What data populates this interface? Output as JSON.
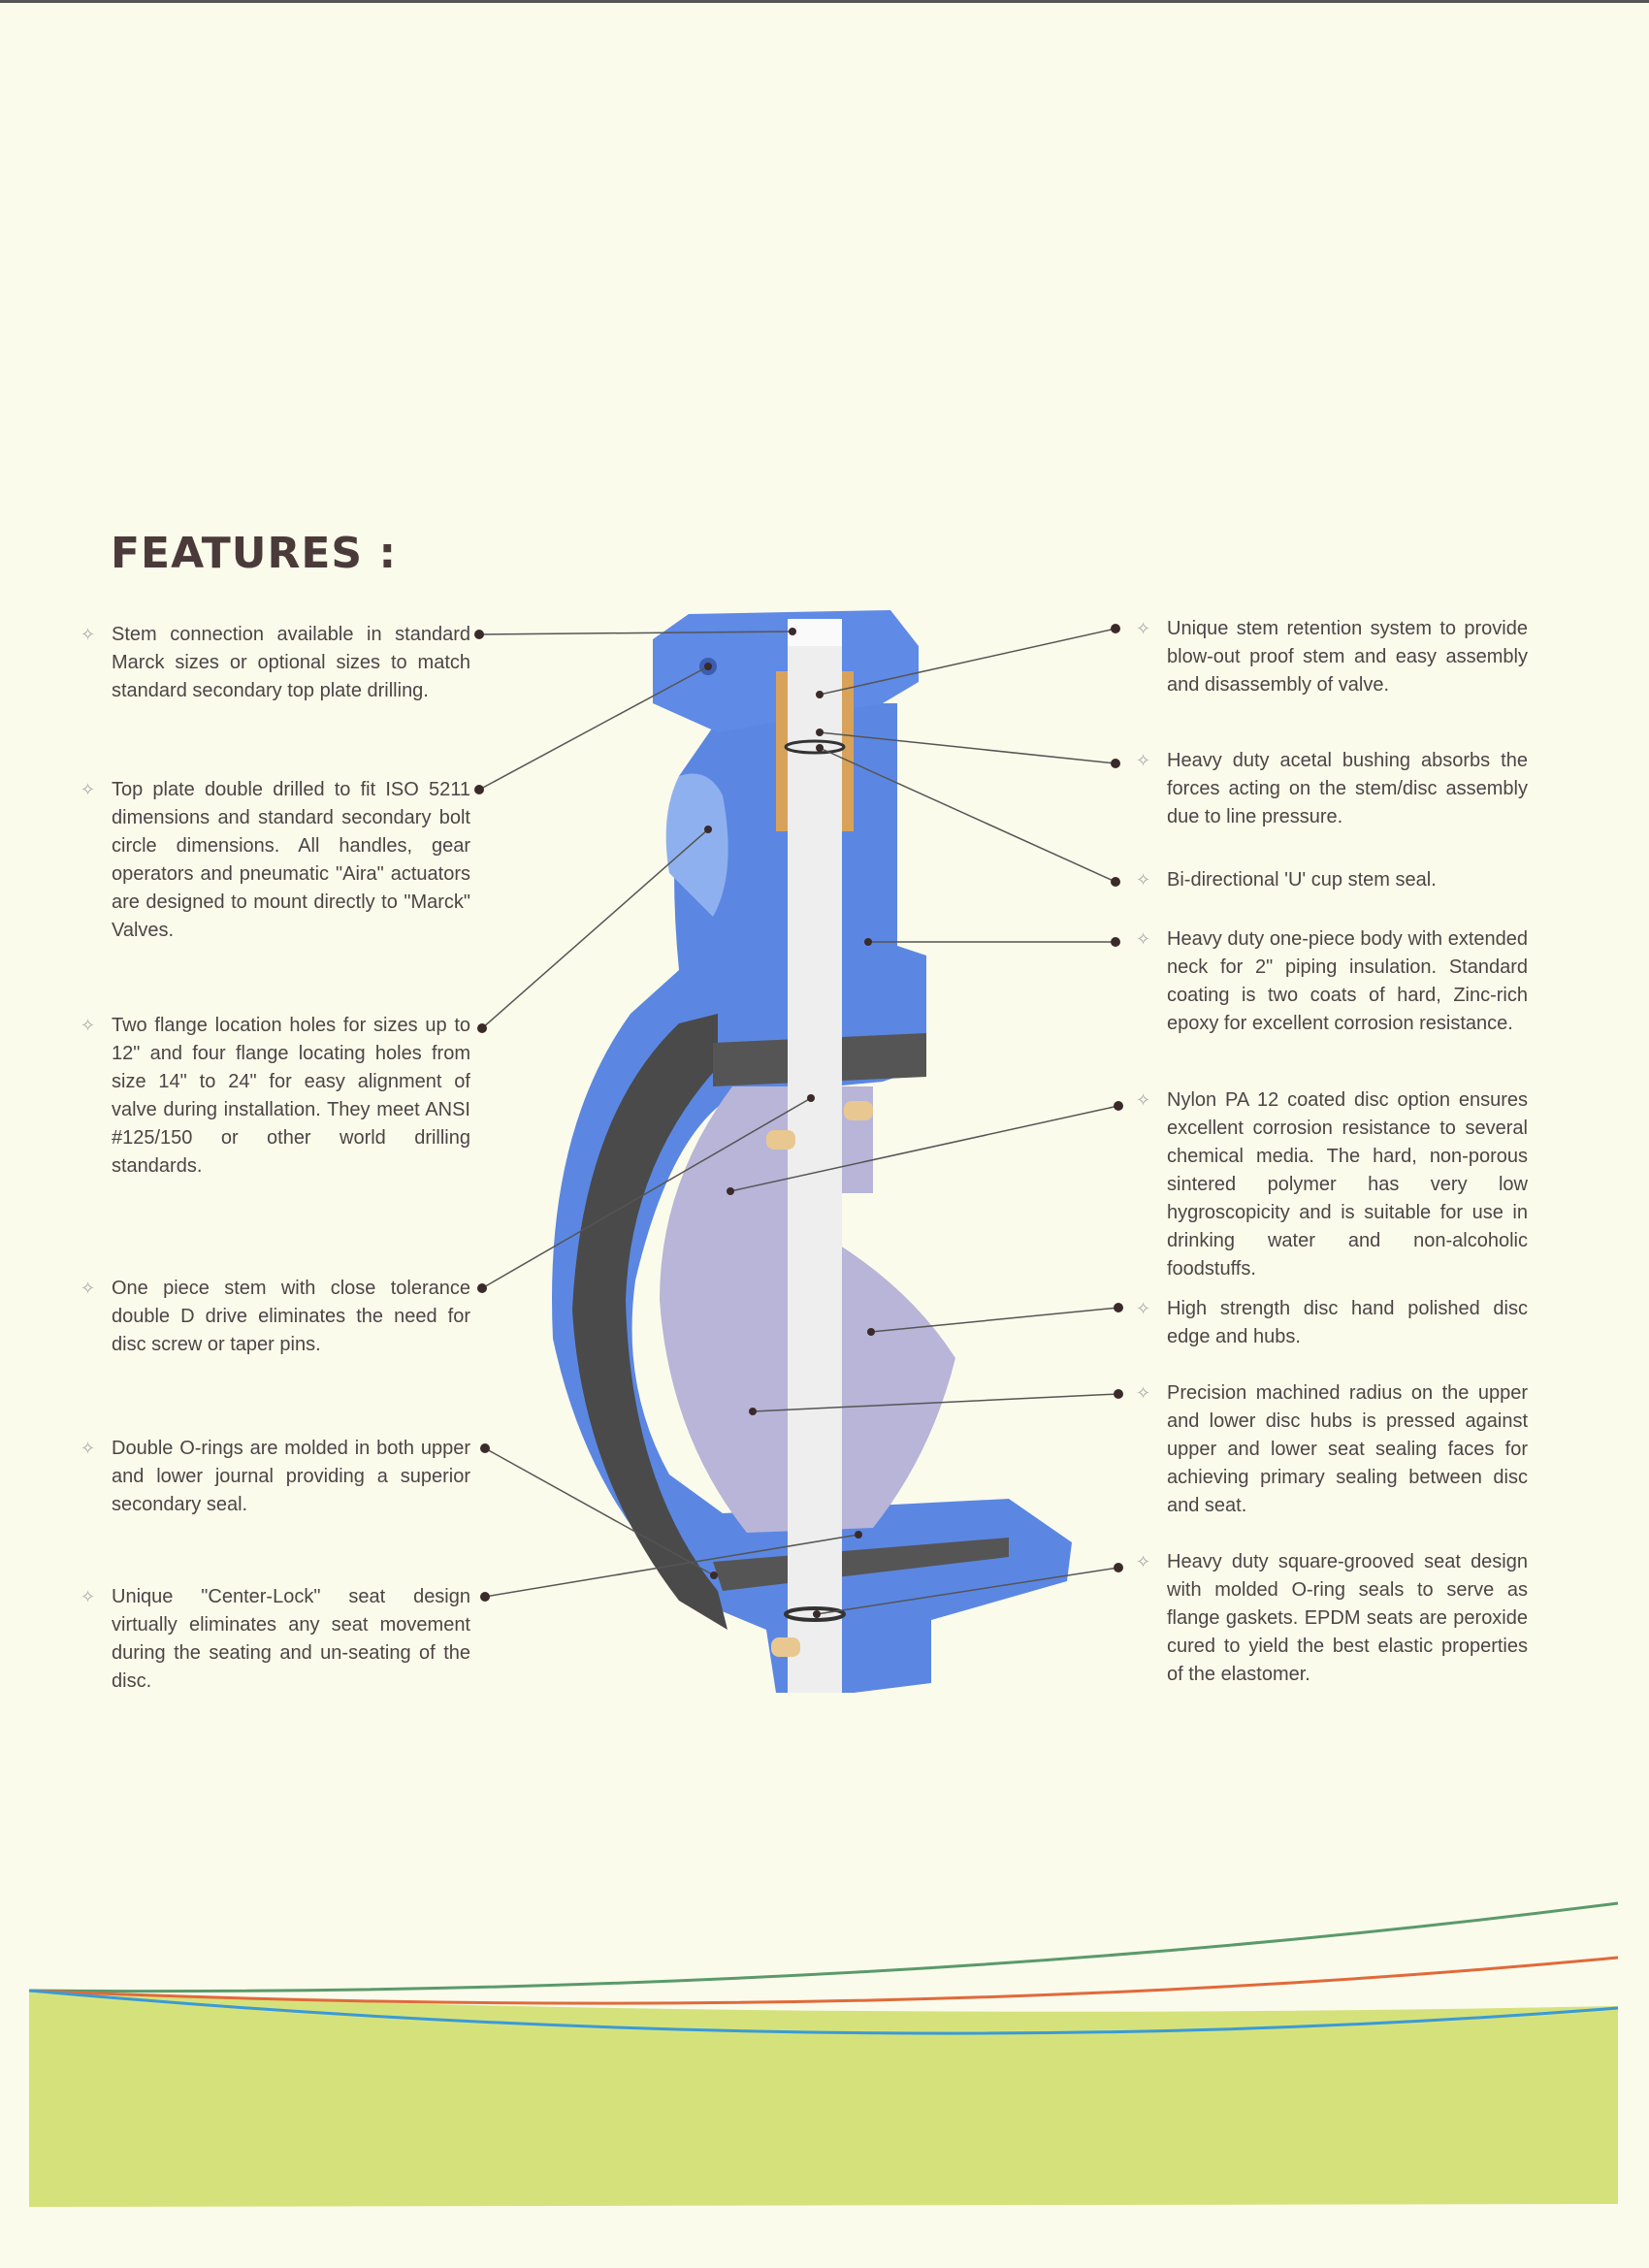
{
  "heading": "FEATURES :",
  "left_features": [
    "Stem connection available in standard Marck sizes or optional sizes to match standard secondary top plate drilling.",
    "Top plate double drilled to fit ISO 5211 dimensions and standard secondary bolt circle dimensions. All handles, gear operators and pneumatic \"Aira\" actuators are designed to mount directly to \"Marck\" Valves.",
    "Two flange location holes for sizes up to 12\" and four flange locating holes from size 14\" to 24\" for easy alignment of valve during installation. They meet ANSI #125/150 or other world drilling standards.",
    "One piece stem with close tolerance double D drive eliminates the need for disc screw or taper pins.",
    "Double O-rings are molded in both upper and lower journal providing a superior secondary seal.",
    "Unique \"Center-Lock\" seat design virtually eliminates any seat movement during the seating and un-seating of the disc."
  ],
  "right_features": [
    "Unique stem retention system to provide blow-out proof stem and easy assembly and disassembly of valve.",
    "Heavy duty acetal bushing absorbs the forces acting on the stem/disc assembly due to line pressure.",
    "Bi-directional 'U' cup stem seal.",
    "Heavy duty one-piece body with extended neck for 2\" piping insulation. Standard coating is two coats of hard, Zinc-rich epoxy for excellent corrosion resistance.",
    "Nylon PA 12 coated disc option ensures excellent corrosion resistance to several chemical media. The hard, non-porous sintered polymer has very low hygroscopicity and is suitable for use in drinking water and non-alcoholic foodstuffs.",
    "High strength disc hand polished disc edge and hubs.",
    "Precision machined radius on the upper and lower disc hubs is pressed against upper and lower seat sealing faces for achieving primary sealing between disc and seat.",
    "Heavy duty square-grooved seat design with molded O-ring seals to serve as flange gaskets. EPDM seats are peroxide cured to yield the best elastic properties of the elastomer."
  ],
  "colors": {
    "body": "#5b87e2",
    "seat": "#4a4a4a",
    "disc": "#b8b5d8",
    "stem": "#eeeeee",
    "bushing": "#d9a25a",
    "band": "#d5e27c"
  }
}
